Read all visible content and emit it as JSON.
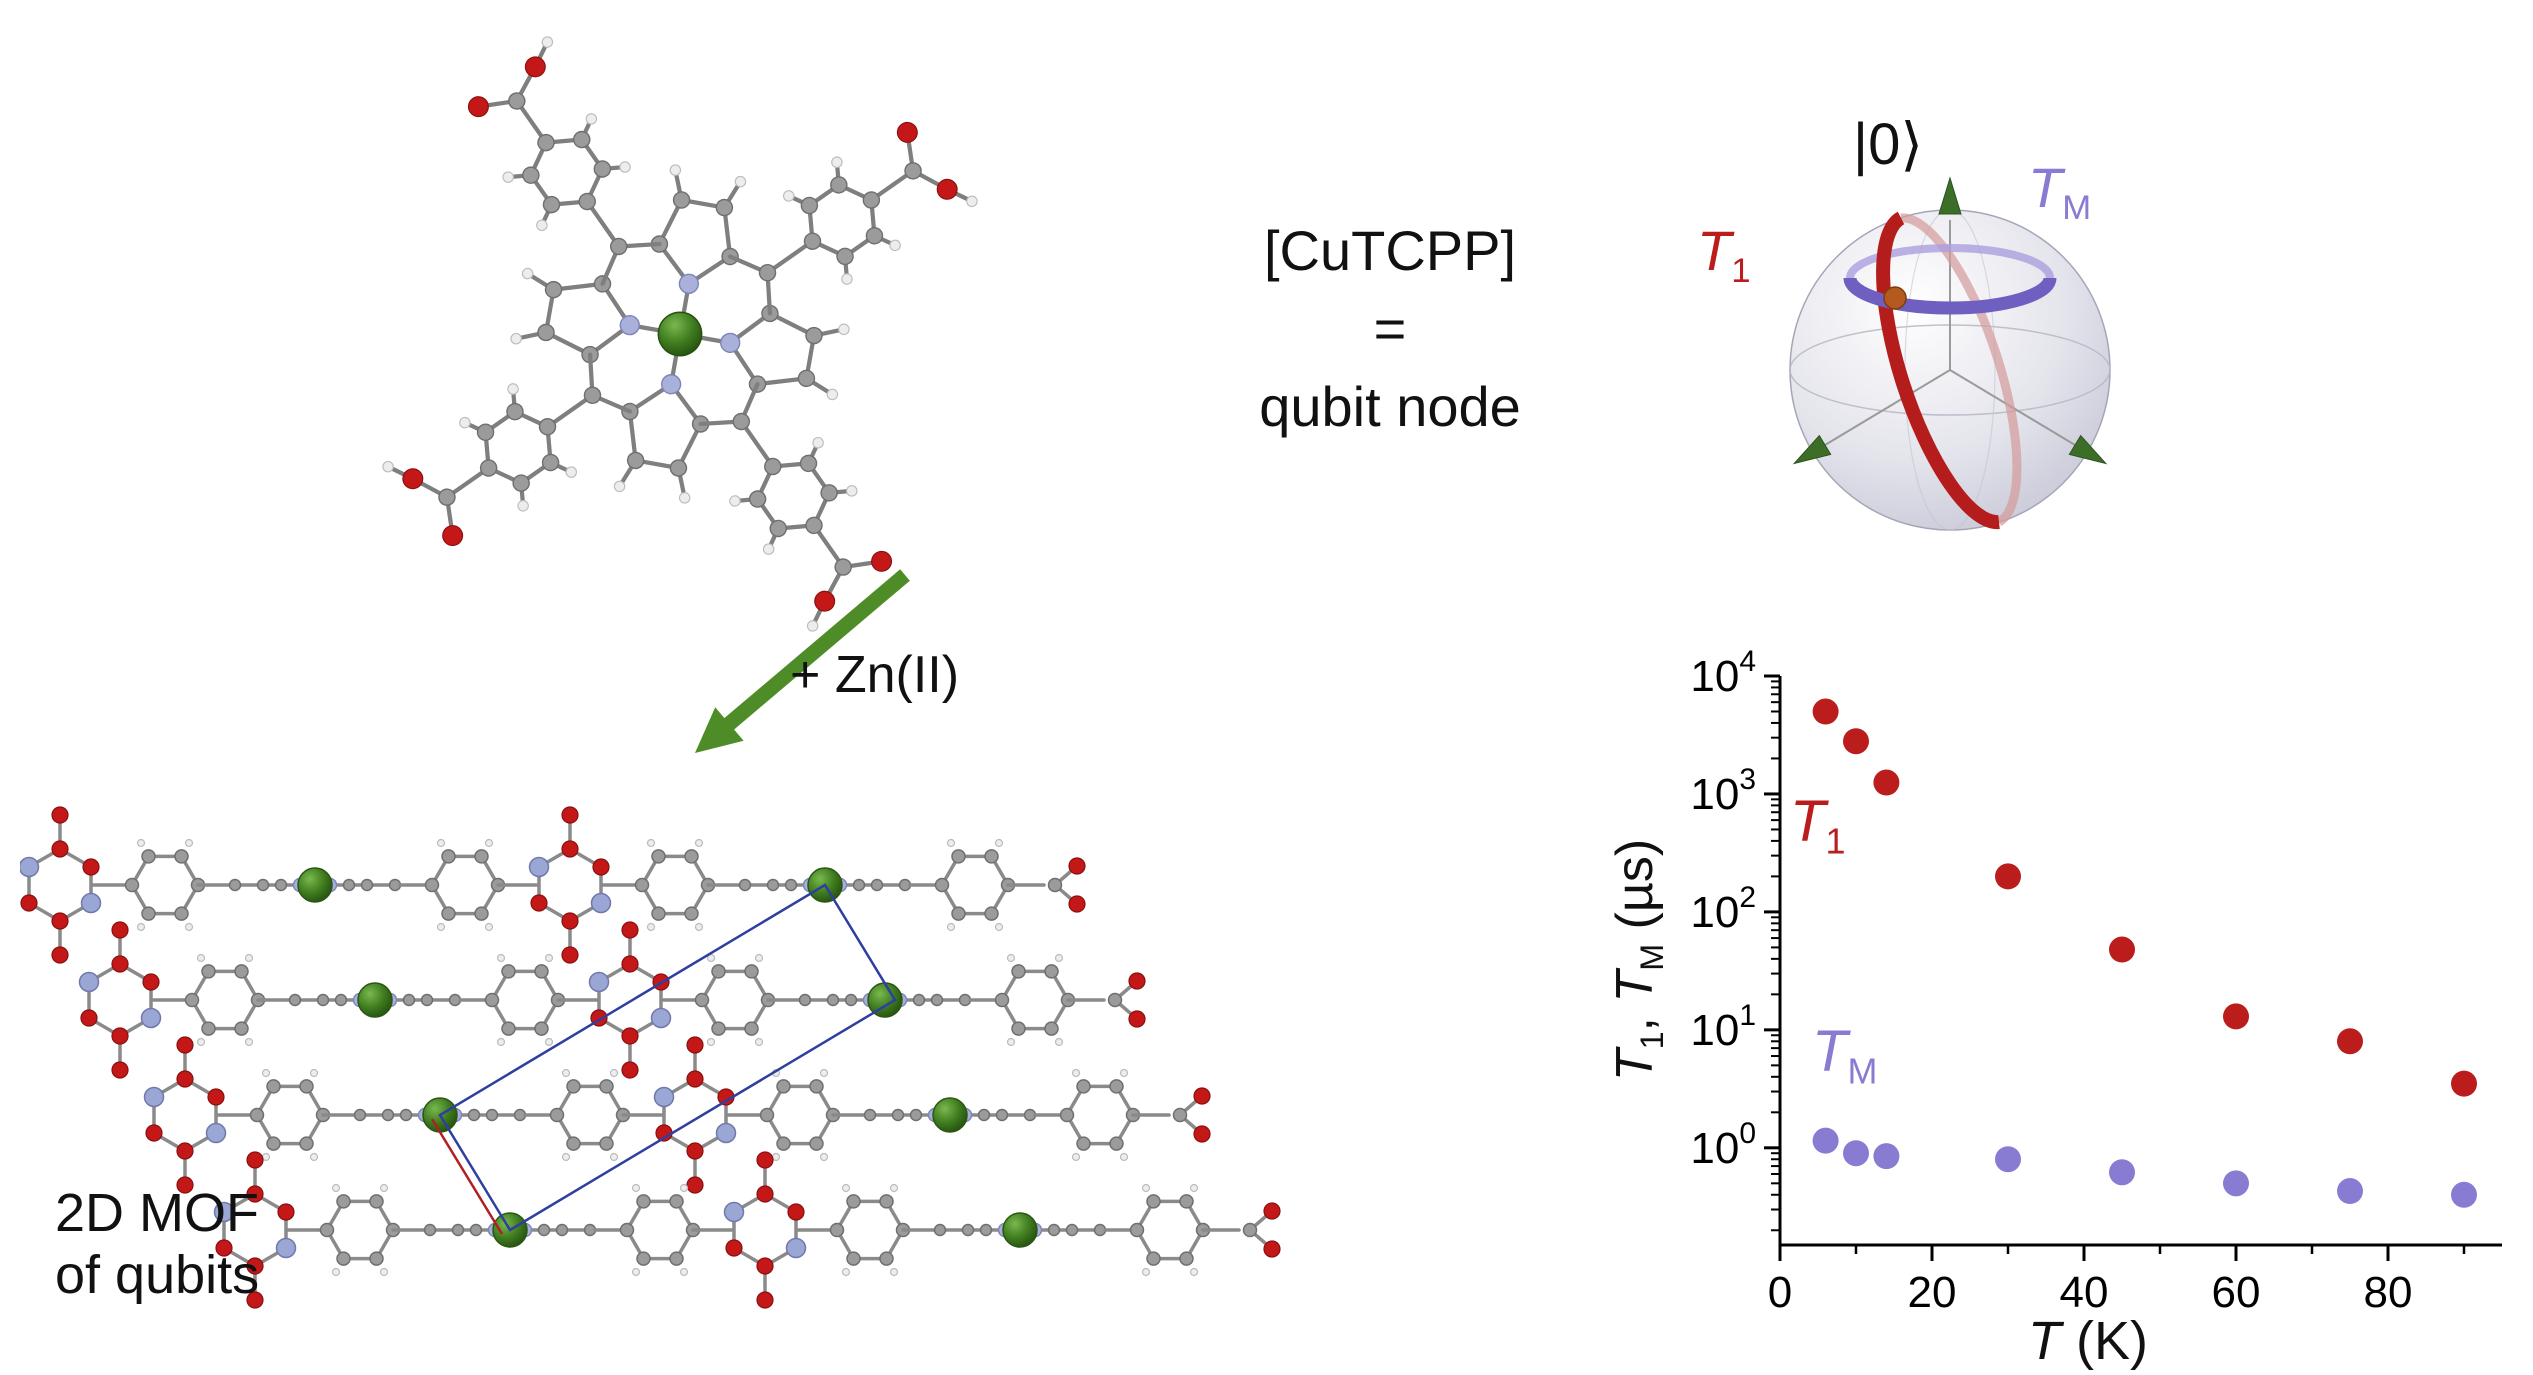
{
  "molecule_caption": {
    "line1": "[CuTCPP]",
    "line2": "=",
    "line3": "qubit node"
  },
  "reaction_label": "+ Zn(II)",
  "mof_caption": {
    "line1": "2D MOF",
    "line2": "of qubits"
  },
  "bloch": {
    "state": "|0⟩",
    "t1_main": "T",
    "t1_sub": "1",
    "tm_main": "T",
    "tm_sub": "M"
  },
  "colors": {
    "t1": "#bb1d1d",
    "tm": "#887bd2",
    "arrow": "#4e8c28",
    "cu": "#3f7d1f"
  },
  "chart_data": {
    "type": "scatter",
    "title": "",
    "xlabel_main": "T",
    "xlabel_unit": " (K)",
    "ylabel": {
      "t1_main": "T",
      "t1_sub": "1",
      "sep": ", ",
      "tm_main": "T",
      "tm_sub": "M",
      "unit": " (µs)"
    },
    "x_ticks": [
      0,
      20,
      40,
      60,
      80
    ],
    "x_minor_ticks": [
      10,
      30,
      50,
      70,
      90
    ],
    "xlim": [
      0,
      95
    ],
    "y_scale": "log",
    "y_tick_exponents": [
      0,
      1,
      2,
      3,
      4
    ],
    "ylim": [
      0.15,
      10000
    ],
    "grid": false,
    "legend": "in-plot colored labels",
    "series": [
      {
        "name": "T1",
        "color": "#bb1d1d",
        "x": [
          6,
          10,
          14,
          30,
          45,
          60,
          75,
          90
        ],
        "y": [
          5000,
          2800,
          1250,
          200,
          48,
          13,
          8,
          3.5
        ]
      },
      {
        "name": "TM",
        "color": "#887bd2",
        "x": [
          6,
          10,
          14,
          30,
          45,
          60,
          75,
          90
        ],
        "y": [
          1.15,
          0.9,
          0.85,
          0.8,
          0.62,
          0.5,
          0.43,
          0.4
        ]
      }
    ],
    "inplot_labels": [
      {
        "main": "T",
        "sub": "1",
        "color": "#bb1d1d"
      },
      {
        "main": "T",
        "sub": "M",
        "color": "#887bd2"
      }
    ]
  }
}
